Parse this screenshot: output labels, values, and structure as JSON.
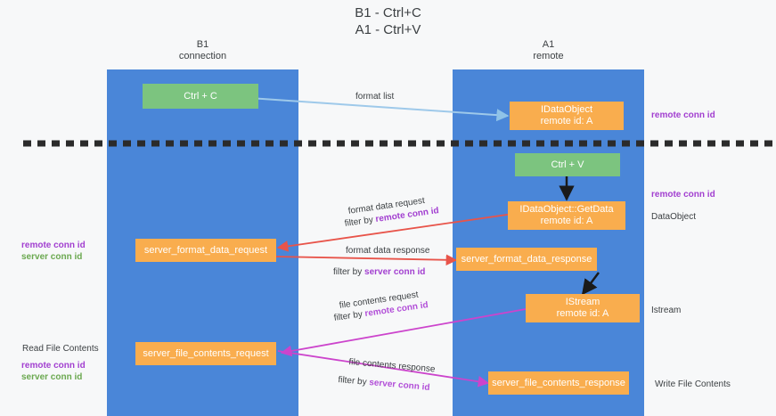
{
  "title": {
    "line1": "B1 - Ctrl+C",
    "line2": "A1 - Ctrl+V"
  },
  "lanes": {
    "left": {
      "name": "B1",
      "role": "connection"
    },
    "right": {
      "name": "A1",
      "role": "remote"
    }
  },
  "nodes": {
    "ctrl_c": "Ctrl + C",
    "ctrl_v": "Ctrl + V",
    "idataobject_l1": "IDataObject",
    "idataobject_l2": "remote id: A",
    "getdata_l1": "IDataObject::GetData",
    "getdata_l2": "remote id: A",
    "istream_l1": "IStream",
    "istream_l2": "remote id: A",
    "server_format_data_request": "server_format_data_request",
    "server_format_data_response": "server_format_data_response",
    "server_file_contents_request": "server_file_contents_request",
    "server_file_contents_response": "server_file_contents_response"
  },
  "edges": {
    "format_list": "format list",
    "format_data_request": "format data request",
    "format_data_request_filter_prefix": "filter by ",
    "format_data_request_filter_key": "remote conn id",
    "format_data_response": "format data response",
    "format_data_response_filter_prefix": "filter by ",
    "format_data_response_filter_key": "server conn id",
    "file_contents_request": "file contents request",
    "file_contents_request_filter_prefix": "filter by ",
    "file_contents_request_filter_key": "remote conn id",
    "file_contents_response": "file contents response",
    "file_contents_response_filter_prefix": "filter by ",
    "file_contents_response_filter_key": "server conn id"
  },
  "annotations": {
    "right_remote_conn_id_top": "remote conn id",
    "right_remote_conn_id_mid": "remote conn id",
    "right_dataobject": "DataObject",
    "right_istream": "Istream",
    "right_write_file_contents": "Write File Contents",
    "left_remote_conn_id_mid": "remote conn id",
    "left_server_conn_id_mid": "server conn id",
    "left_read_file_contents": "Read File Contents",
    "left_remote_conn_id_bottom": "remote conn id",
    "left_server_conn_id_bottom": "server conn id"
  },
  "colors": {
    "lane": "#4a86d8",
    "green_node": "#7cc47f",
    "orange_node": "#f9ad4e",
    "accent_purple": "#a23fd0",
    "accent_green": "#6aa84f",
    "arrow_red": "#e8544a",
    "arrow_magenta": "#cc44cc",
    "arrow_blue": "#9ec9ea",
    "divider": "#2b2b2b",
    "background": "#f7f8f9"
  }
}
